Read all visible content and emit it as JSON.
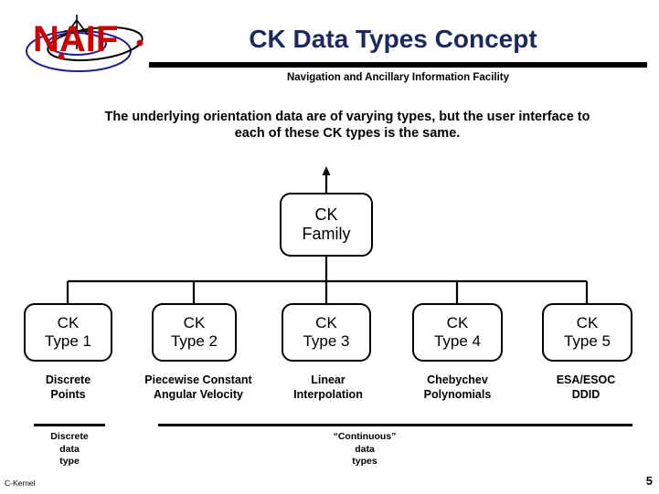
{
  "header": {
    "logo_alt": "NAIF",
    "logo_text": "NAIF",
    "title": "CK Data Types Concept",
    "subtitle": "Navigation and Ancillary Information Facility"
  },
  "intro": {
    "text": "The underlying orientation data are of varying types, but the user interface to each of these CK types is the same."
  },
  "diagram": {
    "root": {
      "label": "CK\nFamily"
    },
    "types": [
      {
        "label": "CK\nType 1",
        "description": "Discrete\nPoints"
      },
      {
        "label": "CK\nType 2",
        "description": "Piecewise Constant\nAngular Velocity"
      },
      {
        "label": "CK\nType 3",
        "description": "Linear\nInterpolation"
      },
      {
        "label": "CK\nType 4",
        "description": "Chebychev\nPolynomials"
      },
      {
        "label": "CK\nType 5",
        "description": "ESA/ESOC\nDDID"
      }
    ],
    "groups": [
      {
        "label": "Discrete\ndata\ntype"
      },
      {
        "label": "“Continuous”\ndata\ntypes"
      }
    ]
  },
  "footer": {
    "left": "C-Kernel",
    "page": "5"
  },
  "colors": {
    "title": "#1a2a5e",
    "logo_red": "#cc0000",
    "logo_blue": "#1f1f8f",
    "rule": "#000000",
    "text": "#000000",
    "background": "#ffffff"
  }
}
